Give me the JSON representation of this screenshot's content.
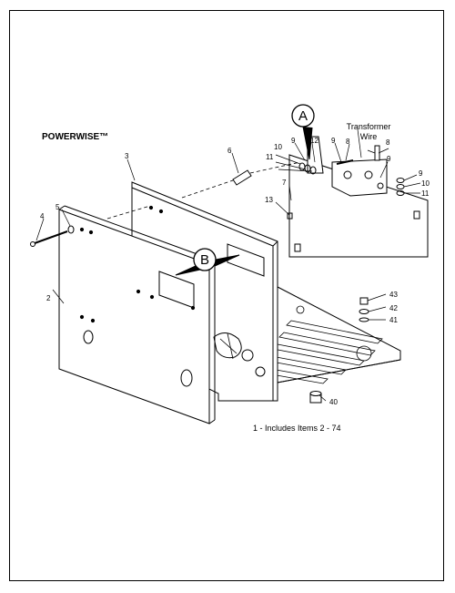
{
  "title": "POWERWISE™",
  "note": "1 - Includes Items 2 - 74",
  "callouts": {
    "A": "A",
    "B": "B",
    "transformer_line1": "Transformer",
    "transformer_line2": "Wire"
  },
  "part_labels": {
    "p2": "2",
    "p3": "3",
    "p4": "4",
    "p5": "5",
    "p6": "6",
    "p7": "7",
    "p8a": "8",
    "p8b": "8",
    "p9a": "9",
    "p9b": "9",
    "p9c": "9",
    "p9d": "9",
    "p10a": "10",
    "p10b": "10",
    "p11a": "11",
    "p11b": "11",
    "p12": "12",
    "p13": "13",
    "p40": "40",
    "p41": "41",
    "p42": "42",
    "p43": "43"
  }
}
